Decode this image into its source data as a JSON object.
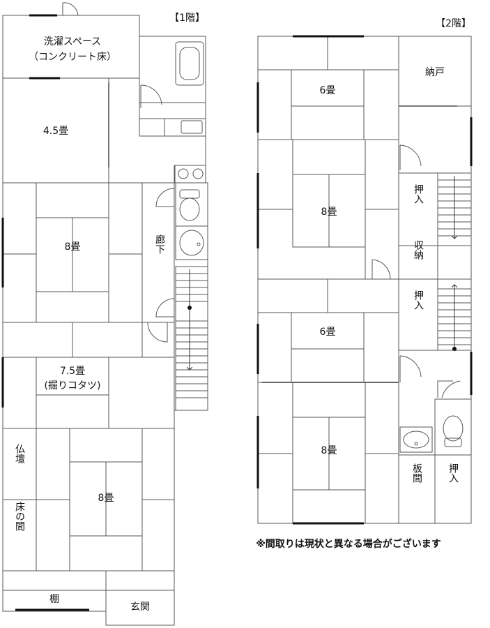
{
  "floor1": {
    "heading": "【1階】",
    "rooms": {
      "laundry_1": "洗濯スペース",
      "laundry_2": "（コンクリート床）",
      "room_45": "4.5畳",
      "room_8a": "8畳",
      "corridor": "廊下",
      "room_75_1": "7.5畳",
      "room_75_2": "(掘りコタツ)",
      "butsudan": "仏壇",
      "tokonoma": "床の間",
      "room_8b": "8畳",
      "shelf": "棚",
      "entrance": "玄関"
    }
  },
  "floor2": {
    "heading": "【2階】",
    "rooms": {
      "room_6a": "6畳",
      "nando": "納戸",
      "room_8a": "8畳",
      "oshiire_a": "押入",
      "storage": "収納",
      "room_6b": "6畳",
      "oshiire_b": "押入",
      "room_8b": "8畳",
      "itama": "板間",
      "oshiire_c": "押入"
    }
  },
  "note": "※間取りは現状と異なる場合がございます"
}
